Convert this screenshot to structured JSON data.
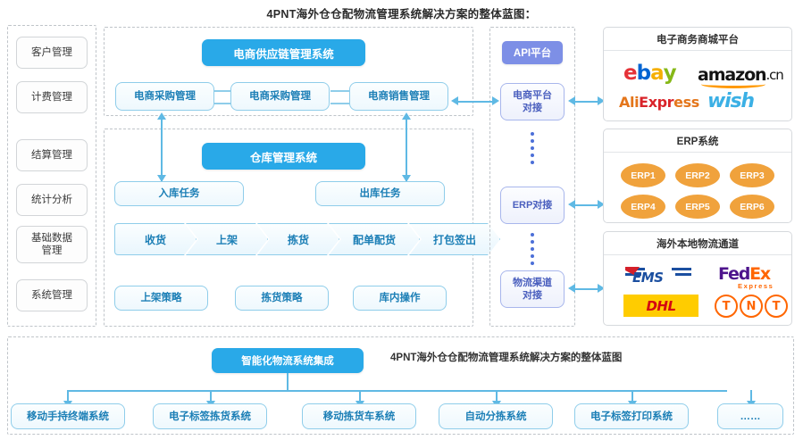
{
  "title": "4PNT海外仓仓配物流管理系统解决方案的整体蓝图：",
  "bottom_caption": "4PNT海外仓仓配物流管理系统解决方案的整体蓝图",
  "colors": {
    "blue_solid": "#29a9e8",
    "blue_light_border": "#8fcdea",
    "blue_light_text": "#1c7fb6",
    "violet": "#7d8fe6",
    "erp_orange": "#f0a23c",
    "connector": "#5fb9e4",
    "dashed_border": "#bfc4c9"
  },
  "sidebar": {
    "items": [
      {
        "label": "客户管理"
      },
      {
        "label": "计费管理"
      },
      {
        "label": "结算管理"
      },
      {
        "label": "统计分析"
      },
      {
        "label": "基础数据\n管理"
      },
      {
        "label": "系统管理"
      }
    ],
    "items_flat": [
      "客户管理",
      "计费管理",
      "结算管理",
      "统计分析",
      "基础数据管理",
      "系统管理"
    ],
    "basic_data_line1": "基础数据",
    "basic_data_line2": "管理"
  },
  "supply_chain": {
    "header": "电商供应链管理系统",
    "nodes": [
      {
        "label": "电商采购管理"
      },
      {
        "label": "电商采购管理"
      },
      {
        "label": "电商销售管理"
      }
    ]
  },
  "warehouse": {
    "header": "仓库管理系统",
    "tasks": [
      {
        "label": "入库任务"
      },
      {
        "label": "出库任务"
      }
    ],
    "process": [
      {
        "label": "收货"
      },
      {
        "label": "上架"
      },
      {
        "label": "拣货"
      },
      {
        "label": "配单配货"
      },
      {
        "label": "打包签出"
      }
    ],
    "strategies": [
      {
        "label": "上架策略"
      },
      {
        "label": "拣货策略"
      },
      {
        "label": "库内操作"
      }
    ]
  },
  "api": {
    "header": "API平台",
    "connectors": [
      {
        "line1": "电商平台",
        "line2": "对接"
      },
      {
        "line1": "ERP对接",
        "line2": ""
      },
      {
        "line1": "物流渠道",
        "line2": "对接"
      }
    ]
  },
  "panels": {
    "ecommerce": {
      "title": "电子商务商城平台",
      "logos": [
        {
          "name": "ebay"
        },
        {
          "name": "amazon.cn"
        },
        {
          "name": "AliExpress"
        },
        {
          "name": "wish"
        }
      ],
      "ebay_letters": {
        "e": "e",
        "b": "b",
        "a": "a",
        "y": "y"
      },
      "amazon_text": "amazon",
      "amazon_tld": ".cn",
      "aliexpress_parts": {
        "ali": "Ali",
        "e": "E",
        "xp": "xp",
        "r": "r",
        "ess": "ess"
      },
      "wish_text": "wish"
    },
    "erp": {
      "title": "ERP系统",
      "items": [
        "ERP1",
        "ERP2",
        "ERP3",
        "ERP4",
        "ERP5",
        "ERP6"
      ]
    },
    "logistics": {
      "title": "海外本地物流通道",
      "logos": [
        {
          "name": "EMS",
          "text": "EMS"
        },
        {
          "name": "FedEx",
          "text": "Fed",
          "text2": "Ex",
          "sub": "Express"
        },
        {
          "name": "DHL",
          "text": "DHL"
        },
        {
          "name": "TNT",
          "letters": [
            "T",
            "N",
            "T"
          ]
        }
      ]
    }
  },
  "bottom": {
    "header": "智能化物流系统集成",
    "items": [
      {
        "label": "移动手持终端系统"
      },
      {
        "label": "电子标签拣货系统"
      },
      {
        "label": "移动拣货车系统"
      },
      {
        "label": "自动分拣系统"
      },
      {
        "label": "电子标签打印系统"
      },
      {
        "label": "……"
      }
    ]
  }
}
